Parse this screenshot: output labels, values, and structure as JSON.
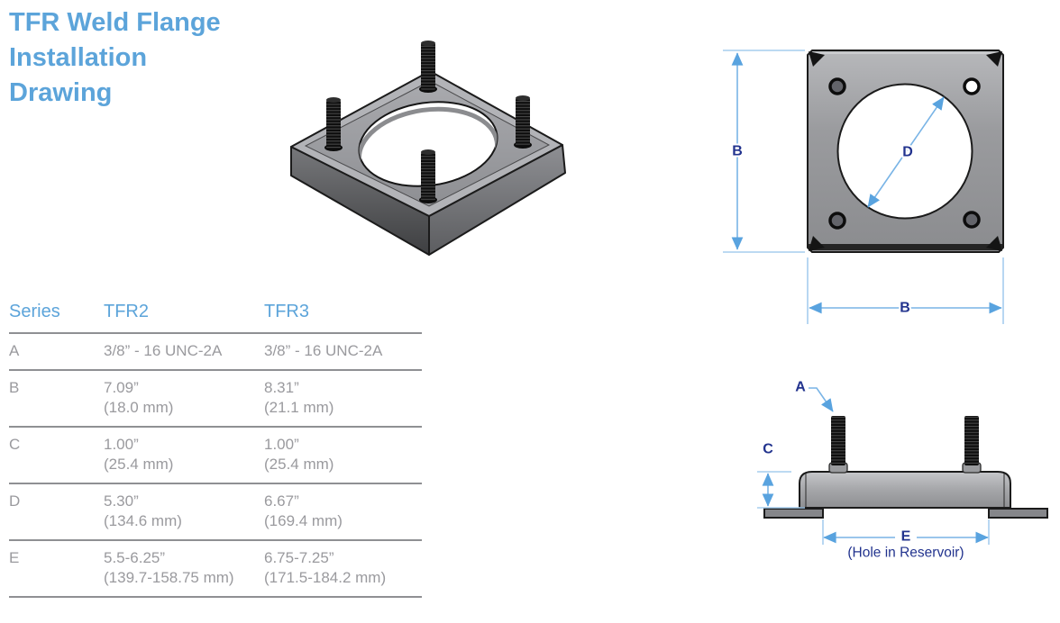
{
  "title": {
    "lines": [
      "TFR Weld Flange",
      "Installation",
      "Drawing"
    ]
  },
  "table": {
    "headers": [
      "Series",
      "TFR2",
      "TFR3"
    ],
    "rows": [
      {
        "label": "A",
        "tfr2": [
          "3/8” - 16 UNC-2A"
        ],
        "tfr3": [
          "3/8” - 16 UNC-2A"
        ]
      },
      {
        "label": "B",
        "tfr2": [
          "7.09”",
          "(18.0 mm)"
        ],
        "tfr3": [
          "8.31”",
          "(21.1 mm)"
        ]
      },
      {
        "label": "C",
        "tfr2": [
          "1.00”",
          "(25.4 mm)"
        ],
        "tfr3": [
          "1.00”",
          "(25.4 mm)"
        ]
      },
      {
        "label": "D",
        "tfr2": [
          "5.30”",
          "(134.6 mm)"
        ],
        "tfr3": [
          "6.67”",
          "(169.4 mm)"
        ]
      },
      {
        "label": "E",
        "tfr2": [
          "5.5-6.25”",
          "(139.7-158.75 mm)"
        ],
        "tfr3": [
          "6.75-7.25”",
          "(171.5-184.2 mm)"
        ]
      }
    ]
  },
  "dimensions": {
    "top_view": {
      "height_label": "B",
      "width_label": "B",
      "diameter_label": "D"
    },
    "side_view": {
      "stud_thread_label": "A",
      "flange_height_label": "C",
      "hole_span_label": "E",
      "hole_note": "(Hole in Reservoir)"
    }
  },
  "colors": {
    "title_blue": "#5ca4da",
    "table_text_gray": "#9a9a9e",
    "rule_gray": "#8f9093",
    "dim_label_navy": "#22338e",
    "dim_line_blue": "#79b4e6",
    "extension_line_blue": "#a6cdee"
  }
}
